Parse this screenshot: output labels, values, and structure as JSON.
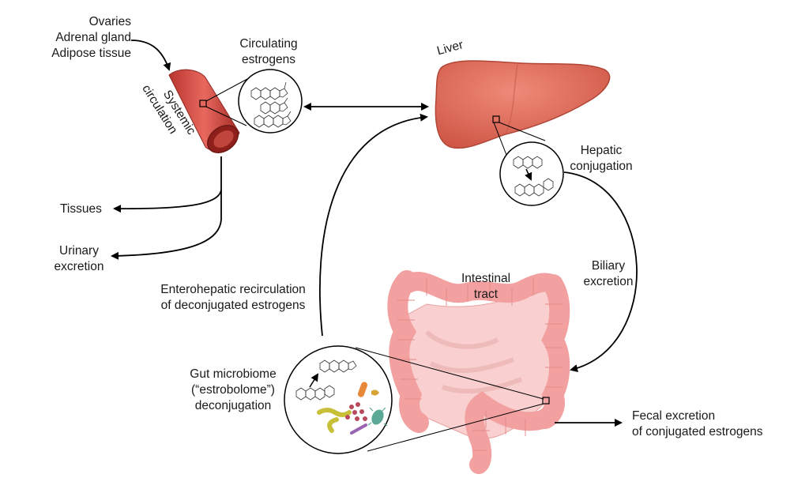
{
  "sources": [
    "Ovaries",
    "Adrenal gland",
    "Adipose tissue"
  ],
  "systemic": [
    "Systemic",
    "circulation"
  ],
  "circulating": [
    "Circulating",
    "estrogens"
  ],
  "liver": "Liver",
  "hepatic": [
    "Hepatic",
    "conjugation"
  ],
  "tissues": "Tissues",
  "urinary": [
    "Urinary",
    "excretion"
  ],
  "biliary": [
    "Biliary",
    "excretion"
  ],
  "intestinal": [
    "Intestinal",
    "tract"
  ],
  "enterohepatic": [
    "Enterohepatic recirculation",
    "of deconjugated estrogens"
  ],
  "gut": [
    "Gut microbiome",
    "(“estrobolome”)",
    "deconjugation"
  ],
  "fecal": [
    "Fecal excretion",
    "of conjugated estrogens"
  ],
  "colors": {
    "vessel": "#d9534a",
    "vessel_dark": "#a8322c",
    "liver": "#e06a5a",
    "liver_dark": "#b8473c",
    "intestine": "#f2a0a0",
    "intestine_light": "#f9cfcf",
    "arrow": "#000000"
  },
  "icons": [
    "blood-vessel-icon",
    "liver-icon",
    "intestine-icon",
    "molecule-magnifier-icon",
    "bacteria-icon"
  ]
}
